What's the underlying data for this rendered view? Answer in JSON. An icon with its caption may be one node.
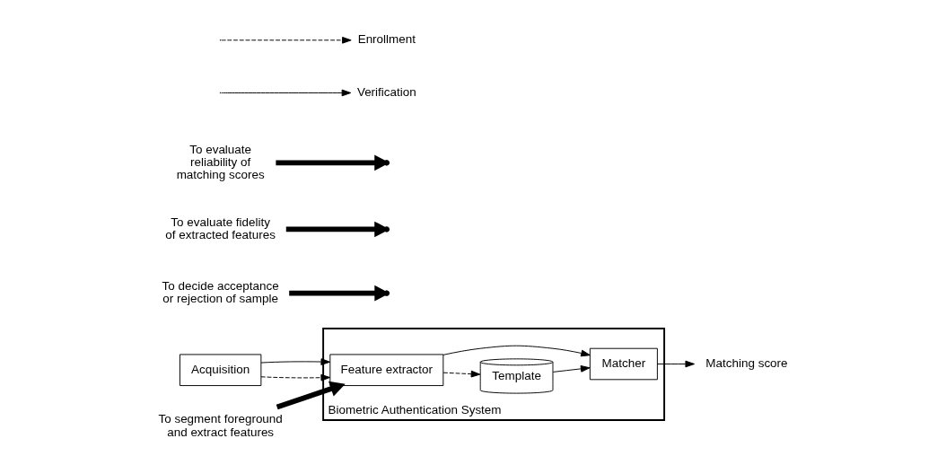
{
  "diagram": {
    "nodes": [
      {
        "text": [
          "Biometric Authentication System"
        ]
      },
      {
        "text": [
          "Acquisition"
        ]
      },
      {
        "text": [
          "Feature extractor"
        ],
        "in": 0
      },
      {
        "text": [
          "Template"
        ],
        "in": 0
      },
      {
        "text": [
          "Matcher"
        ],
        "in": 0
      },
      {
        "text": [
          "Matching score"
        ]
      },
      {
        "text": [
          "To decide acceptance or rejection of sample"
        ]
      },
      {
        "text": [
          "To evaluate fidelity of extracted features"
        ]
      },
      {
        "text": [
          "To segment foreground and extract features"
        ]
      },
      {
        "text": [
          "To evaluate reliability of matching scores"
        ]
      }
    ],
    "edges": [
      {
        "from": 1,
        "to": 2,
        "arrow": "to",
        "style": "dashed"
      },
      {
        "from": 1,
        "to": 2,
        "arrow": "to"
      },
      {
        "from": 2,
        "to": 3,
        "arrow": "to",
        "style": "dashed"
      },
      {
        "from": 2,
        "to": 4,
        "arrow": "to"
      },
      {
        "from": 3,
        "to": 4,
        "arrow": "to"
      },
      {
        "from": 4,
        "to": 5,
        "arrow": "to"
      },
      {
        "from": 6,
        "to": null,
        "arrow": "to",
        "style": "thick"
      },
      {
        "from": 7,
        "to": null,
        "arrow": "to",
        "style": "thick"
      },
      {
        "from": 8,
        "to": 2,
        "arrow": "to",
        "style": "thick"
      },
      {
        "from": 9,
        "to": null,
        "arrow": "to",
        "style": "thick"
      }
    ],
    "legend": [
      {
        "text": "Enrollment"
      },
      {
        "text": "Verification"
      }
    ]
  }
}
